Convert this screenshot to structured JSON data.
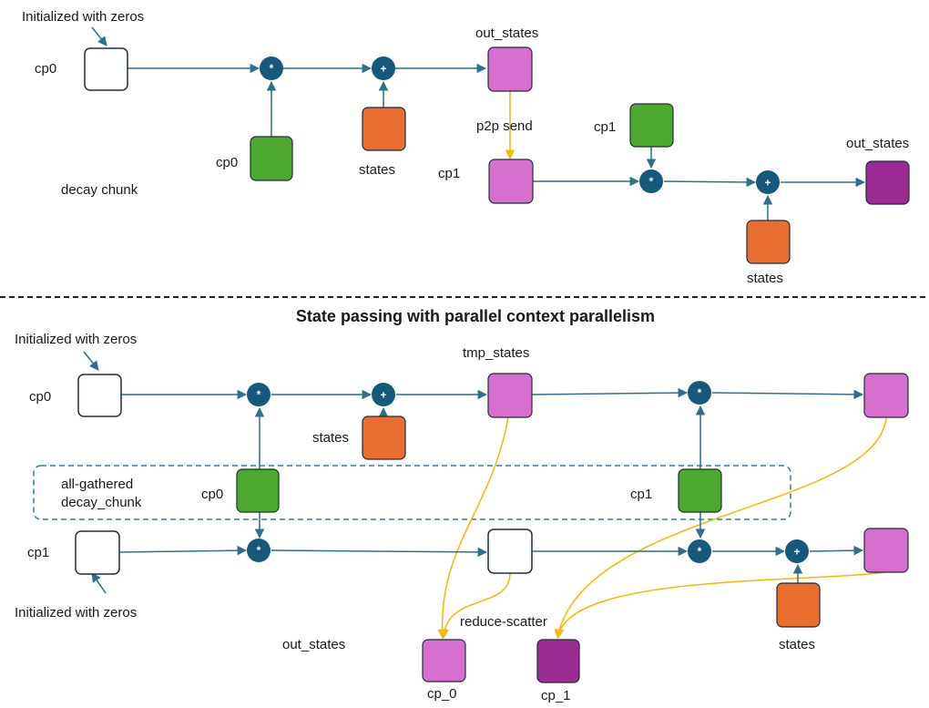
{
  "colors": {
    "line": "#2e6f8e",
    "node": "#155a7a",
    "arrow_send": "#f5b800",
    "divider": "#222222",
    "white_box": "#ffffff",
    "pink": "#d66ece",
    "purple": "#9b2a92",
    "green": "#4ca82e",
    "orange": "#e86d2f",
    "group_border": "#2e7dab"
  },
  "top": {
    "note_init": "Initialized with zeros",
    "cp0_label": "cp0",
    "mul_symbol": "*",
    "add_symbol": "+",
    "out_states_label": "out_states",
    "decay_cp0_label": "cp0",
    "states_label": "states",
    "decay_chunk_label": "decay chunk",
    "p2p_send_label": "p2p send",
    "cp1_label": "cp1",
    "decay_cp1_label": "cp1",
    "out_states2_label": "out_states",
    "states2_label": "states"
  },
  "bottom": {
    "title": "State passing with parallel context parallelism",
    "note_init_top": "Initialized with zeros",
    "cp0_label": "cp0",
    "tmp_states_label": "tmp_states",
    "states_label": "states",
    "group_label_line1": "all-gathered",
    "group_label_line2": "decay_chunk",
    "decay_cp0_label": "cp0",
    "decay_cp1_label": "cp1",
    "cp1_label": "cp1",
    "note_init_bottom": "Initialized with zeros",
    "out_states_label": "out_states",
    "reduce_scatter_label": "reduce-scatter",
    "states2_label": "states",
    "cp_0_label": "cp_0",
    "cp_1_label": "cp_1",
    "mul_symbol": "*",
    "add_symbol": "+"
  }
}
